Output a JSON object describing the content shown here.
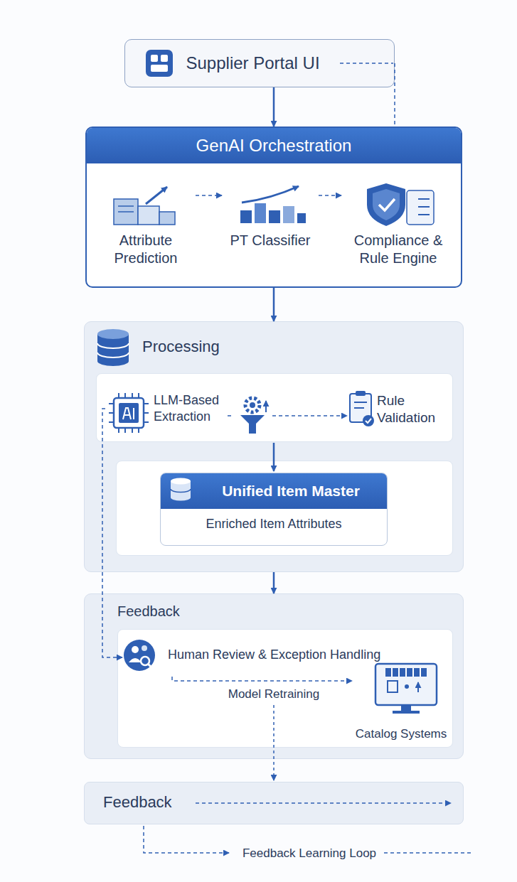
{
  "diagram": {
    "nodes": [
      {
        "text": [
          "Supplier Portal UI"
        ]
      },
      {
        "text": [
          "GenAI Orchestration"
        ]
      },
      {
        "text": [
          "Attribute Prediction"
        ],
        "in": 1
      },
      {
        "text": [
          "PT Classifier"
        ],
        "in": 1
      },
      {
        "text": [
          "Compliance & Rule Engine"
        ],
        "in": 1
      },
      {
        "text": [
          "Processing"
        ]
      },
      {
        "text": [
          "LLM-Based Extraction"
        ],
        "in": 5
      },
      {
        "text": [
          "Rule Validation"
        ],
        "in": 5
      },
      {
        "text": [
          "Unified Item Master",
          "Enriched Item Attributes"
        ],
        "in": 5
      },
      {
        "text": [
          "Feedback"
        ]
      },
      {
        "text": [
          "Human Review & Exception Handling"
        ],
        "in": 9
      },
      {
        "text": [
          "Catalog Systems"
        ],
        "in": 9
      },
      {
        "text": [
          "Feedback"
        ]
      }
    ],
    "edges": [
      {
        "from": 0,
        "to": 1,
        "arrow": "to"
      },
      {
        "from": 0,
        "to": 1,
        "arrow": "none"
      },
      {
        "from": 2,
        "to": 3,
        "arrow": "to"
      },
      {
        "from": 3,
        "to": 4,
        "arrow": "to"
      },
      {
        "from": 1,
        "to": 5,
        "arrow": "to"
      },
      {
        "from": 6,
        "to": 7,
        "arrow": "to"
      },
      {
        "from": 5,
        "to": 9,
        "arrow": "to"
      },
      {
        "from": 6,
        "to": 10,
        "arrow": "to"
      },
      {
        "from": 10,
        "to": 11,
        "label": "Model Retraining",
        "arrow": "to"
      }
    ],
    "labels": [
      "Feedback Learning Loop"
    ]
  }
}
